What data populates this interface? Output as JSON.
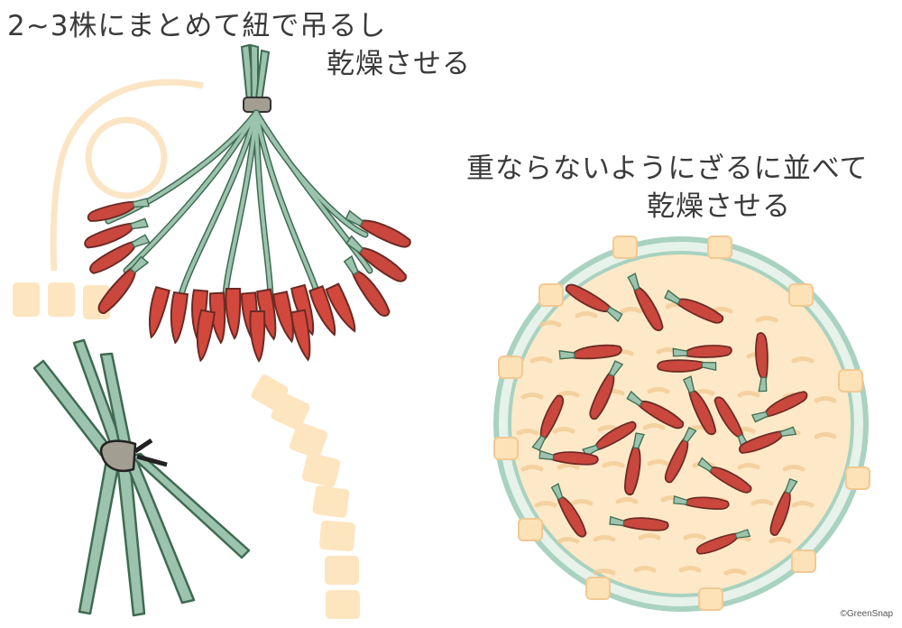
{
  "captions": {
    "hang_line1": "2~3株にまとめて紐で吊るし",
    "hang_line2": "乾燥させる",
    "basket_line1": "重ならないようにざるに並べて",
    "basket_line2": "乾燥させる"
  },
  "credit": "©GreenSnap",
  "colors": {
    "chili_red": "#c9473d",
    "chili_outline": "#6b2a24",
    "stem_green": "#9cc3ad",
    "stem_outline": "#3f6b52",
    "basket_weave": "#f7dcb0",
    "basket_rim": "#a9d2c0",
    "string": "#a39e92",
    "text": "#3a3a3a"
  }
}
